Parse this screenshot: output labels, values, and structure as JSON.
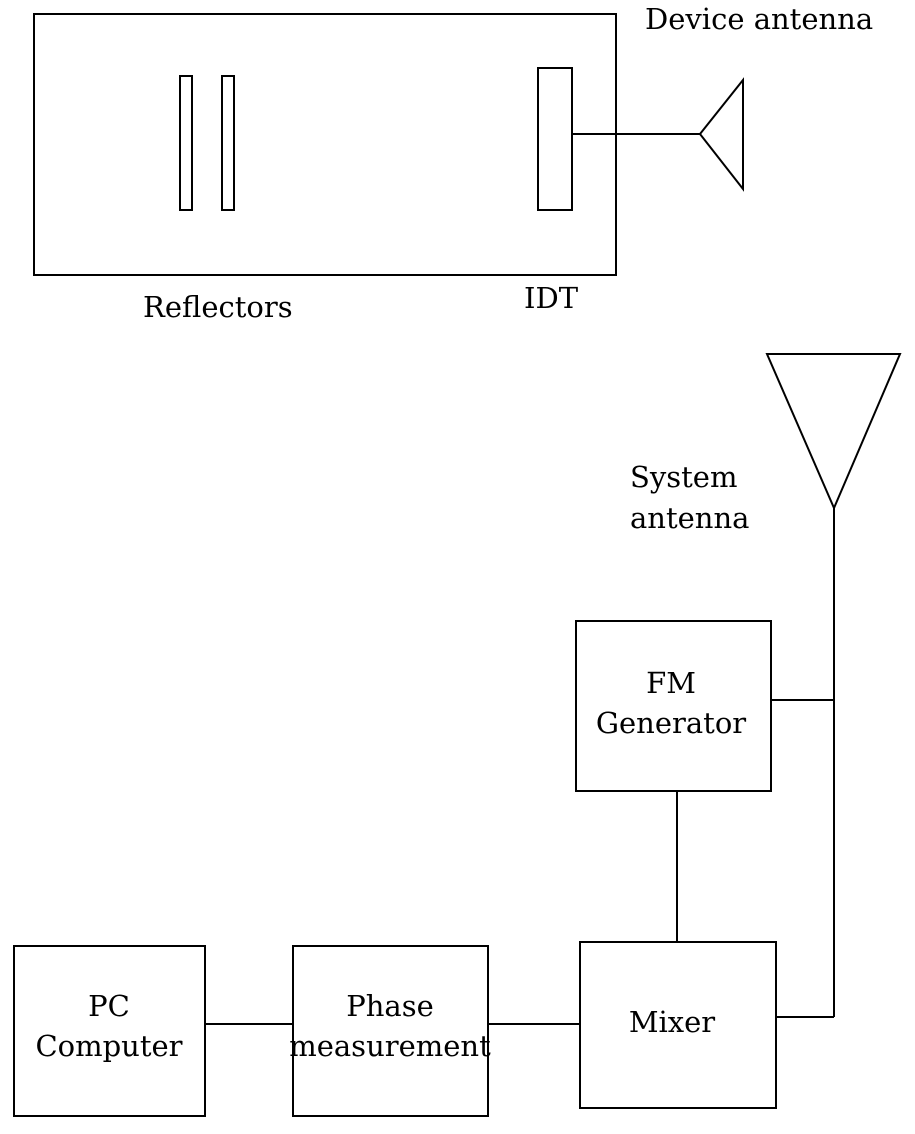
{
  "labels": {
    "device_antenna": "Device antenna",
    "reflectors": "Reflectors",
    "idt": "IDT",
    "system_antenna": [
      "System",
      "antenna"
    ],
    "fm_generator": [
      "FM",
      "Generator"
    ],
    "mixer": "Mixer",
    "phase_measurement": [
      "Phase",
      "measurement"
    ],
    "pc_computer": [
      "PC",
      "Computer"
    ]
  }
}
